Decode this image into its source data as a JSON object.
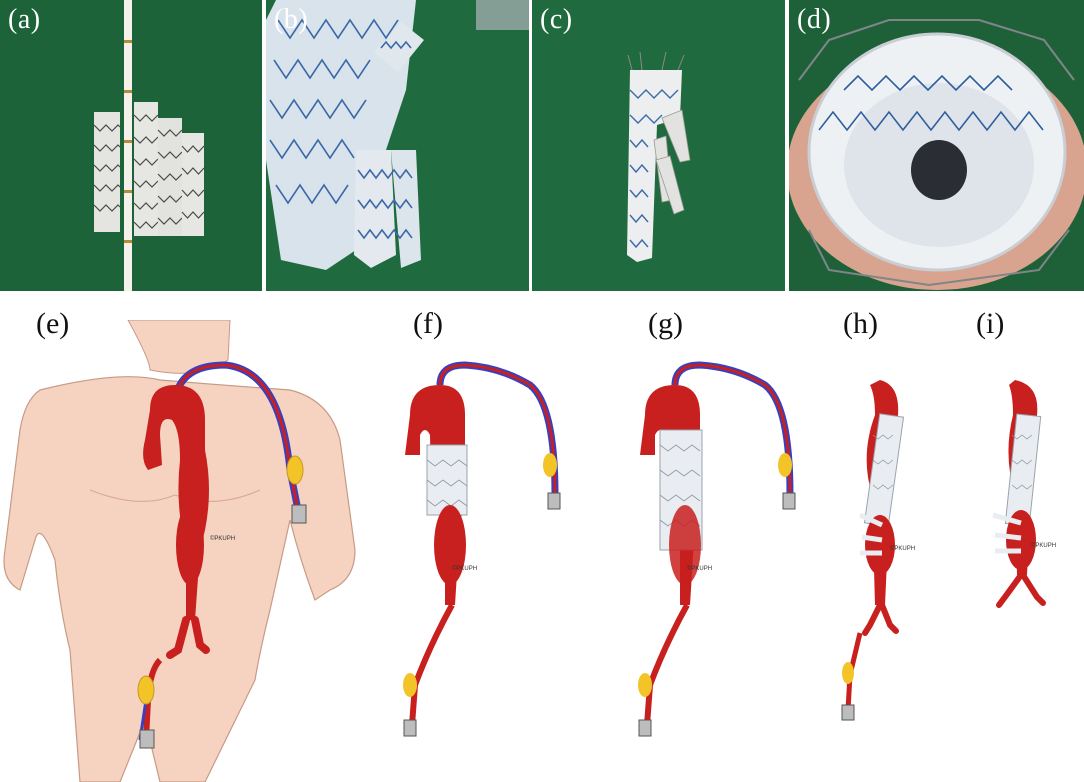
{
  "panel_labels": {
    "a": "(a)",
    "b": "(b)",
    "c": "(c)",
    "d": "(d)",
    "e": "(e)",
    "f": "(f)",
    "g": "(g)",
    "h": "(h)",
    "i": "(i)"
  },
  "watermark": "©PKUPH",
  "colors": {
    "surgical_drape": "#1f6a3e",
    "aorta": "#c8201e",
    "skin": "#f6d3c1",
    "stent_graft": "#e9edf1",
    "stent_wire": "#2d5e9e",
    "sheath": "#f2c428",
    "guidewire": "#3a3fbf"
  }
}
